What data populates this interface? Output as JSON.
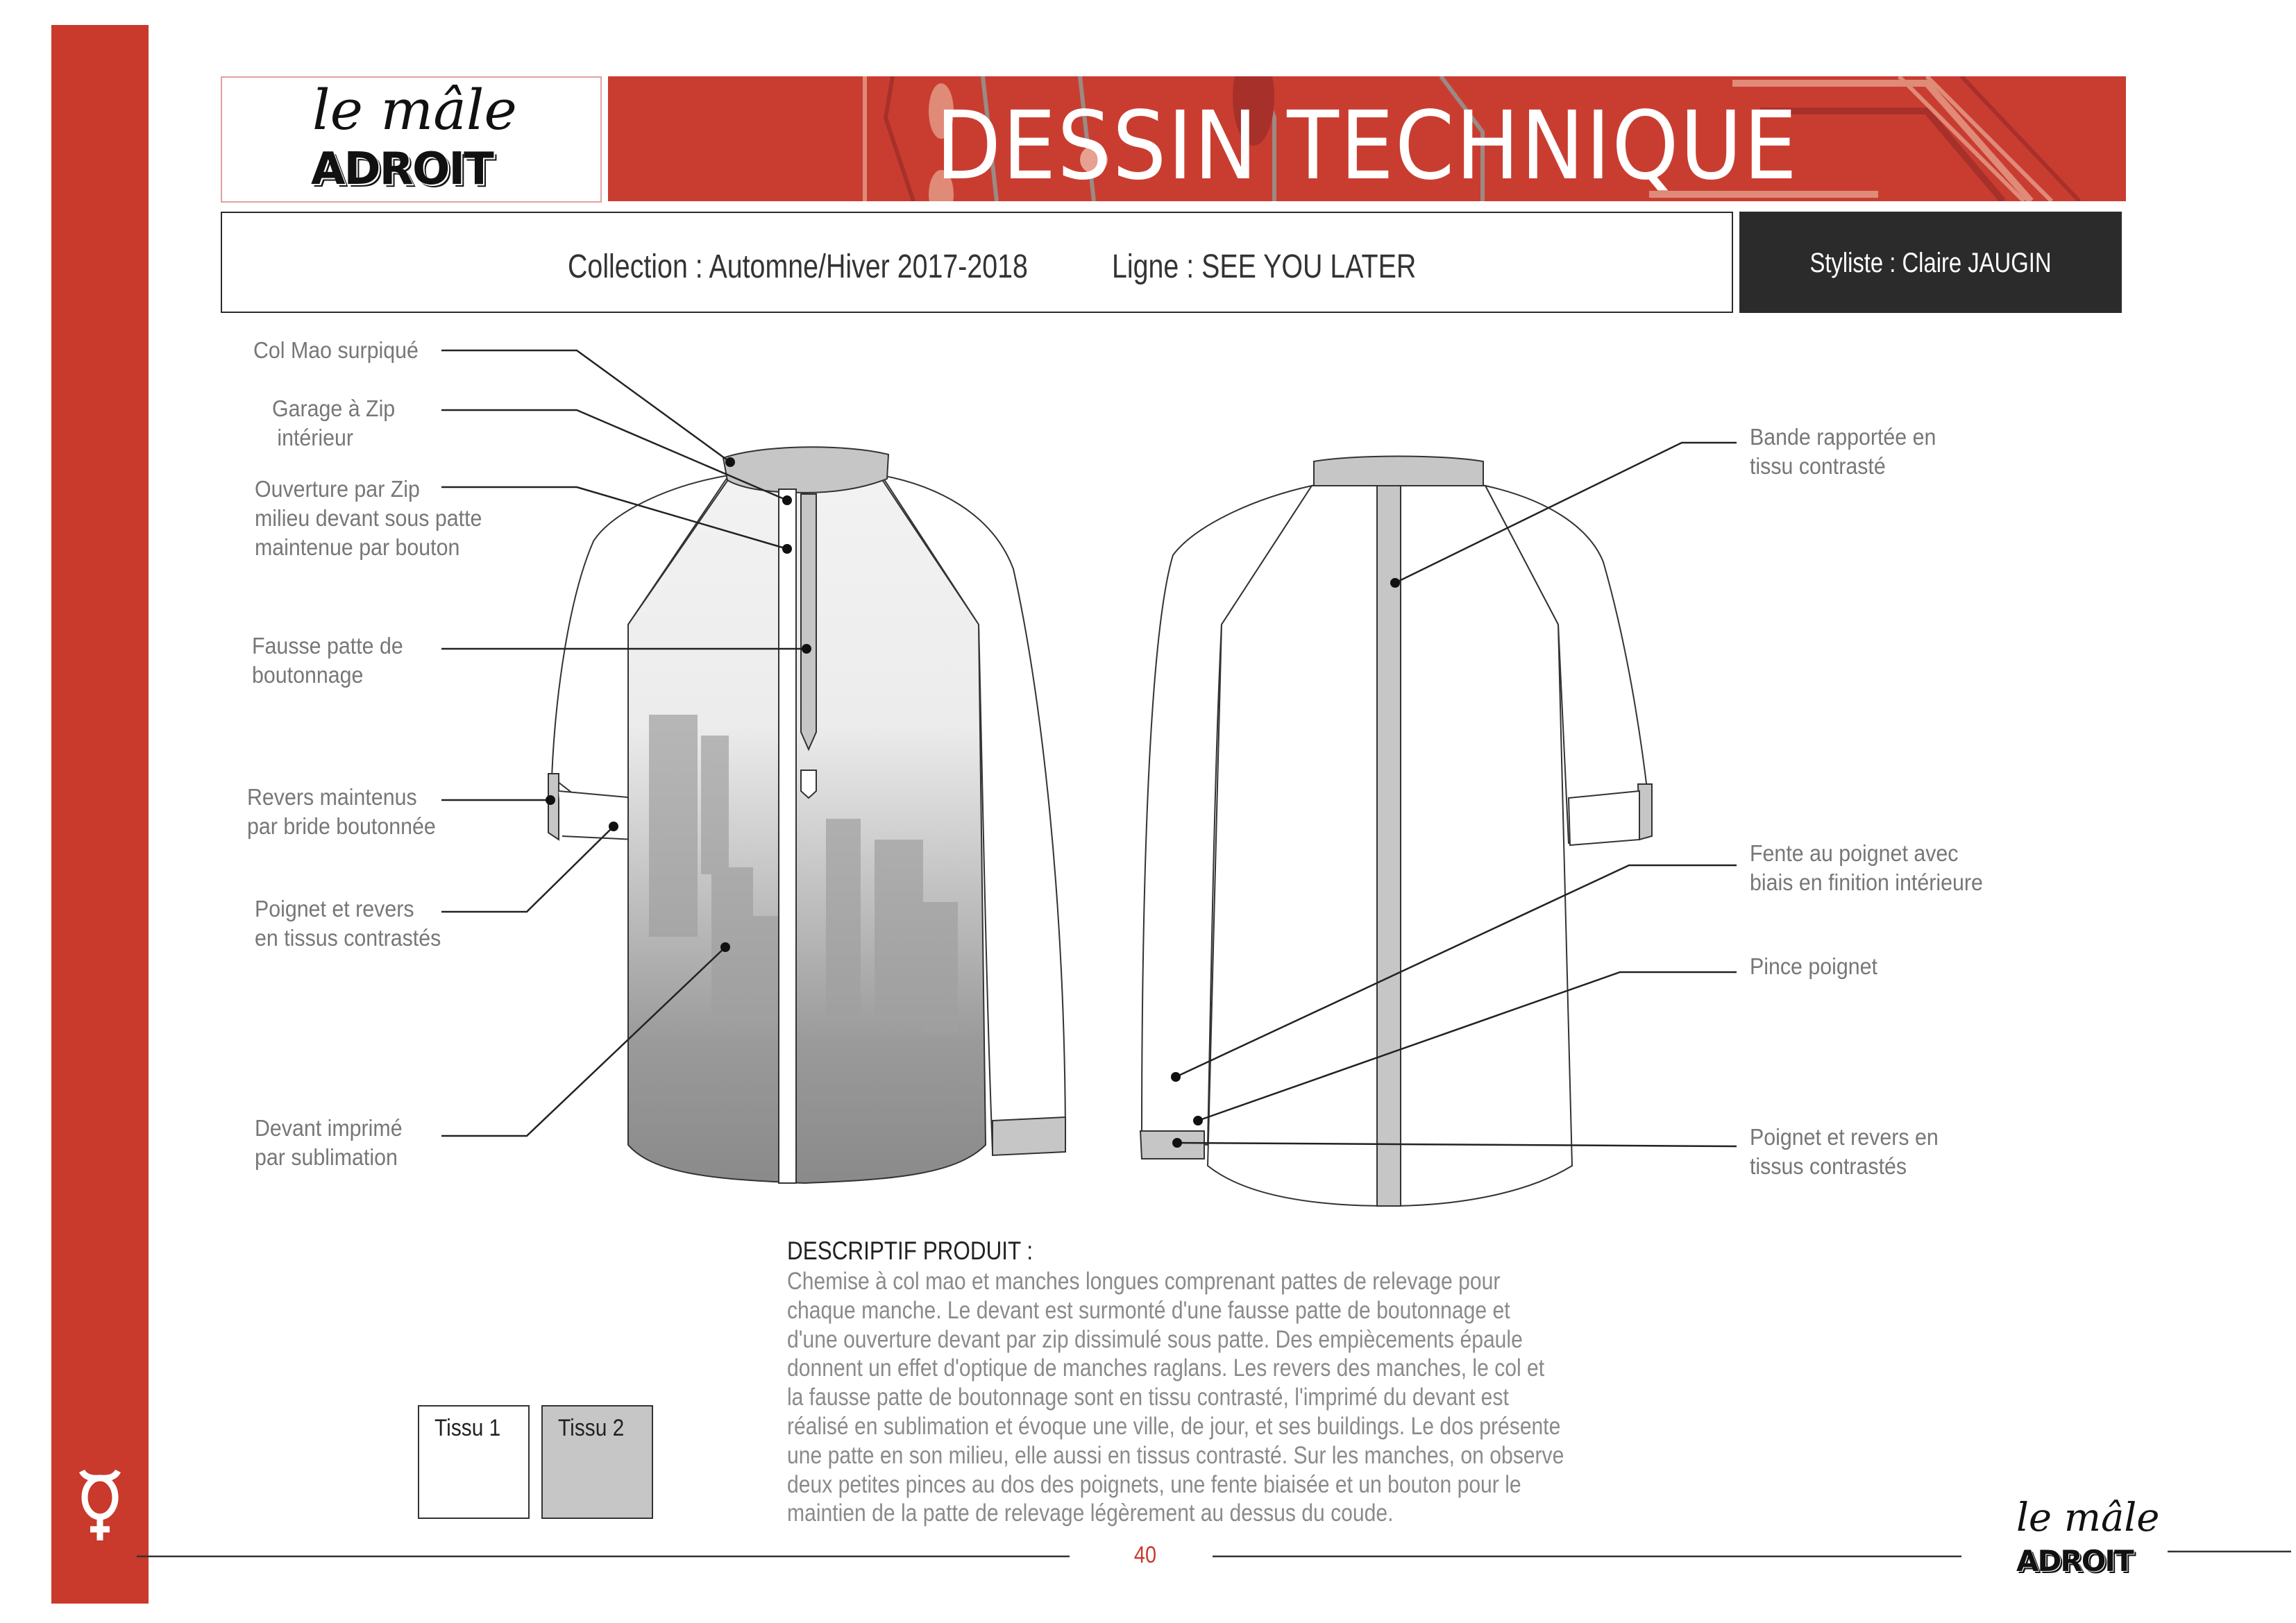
{
  "brand": {
    "logo_line1": "le mâle",
    "logo_line2": "ADROIT",
    "accent_color": "#c9392c"
  },
  "header": {
    "title": "DESSIN TECHNIQUE",
    "collection": "Collection : Automne/Hiver 2017-2018",
    "ligne": "Ligne : SEE YOU LATER",
    "stylist": "Styliste : Claire JAUGIN"
  },
  "front_labels": [
    {
      "lines": [
        "Col Mao surpiqué"
      ]
    },
    {
      "lines": [
        "Garage à Zip",
        "intérieur"
      ]
    },
    {
      "lines": [
        "Ouverture par Zip",
        "milieu devant sous patte",
        "maintenue par bouton"
      ]
    },
    {
      "lines": [
        "Fausse patte de",
        "boutonnage"
      ]
    },
    {
      "lines": [
        "Revers maintenus",
        "par bride boutonnée"
      ]
    },
    {
      "lines": [
        "Poignet et revers",
        "en tissus contrastés"
      ]
    },
    {
      "lines": [
        "Devant imprimé",
        "par sublimation"
      ]
    }
  ],
  "back_labels": [
    {
      "lines": [
        "Bande rapportée en",
        "tissu contrasté"
      ]
    },
    {
      "lines": [
        "Fente au poignet avec",
        "biais en finition intérieure"
      ]
    },
    {
      "lines": [
        "Pince poignet"
      ]
    },
    {
      "lines": [
        "Poignet et revers en",
        "tissus contrastés"
      ]
    }
  ],
  "description": {
    "title": "DESCRIPTIF PRODUIT :",
    "lines": [
      "Chemise à col mao et manches longues comprenant pattes de relevage pour",
      "chaque manche. Le devant est surmonté d'une fausse patte de boutonnage et",
      "d'une ouverture devant par zip dissimulé sous patte. Des empiècements épaule",
      "donnent un effet d'optique de manches raglans. Les revers des manches, le col et",
      "la fausse patte de boutonnage sont en tissu contrasté, l'imprimé du devant est",
      "réalisé en sublimation et évoque une ville, de jour, et ses buildings. Le dos présente",
      "une patte en son milieu, elle aussi en tissus contrasté. Sur les manches, on observe",
      "deux petites pinces au dos des poignets, une fente biaisée et un bouton pour le",
      "maintien de la patte de relevage légèrement au dessus du coude."
    ]
  },
  "swatches": [
    {
      "label": "Tissu 1",
      "color": "#ffffff"
    },
    {
      "label": "Tissu 2",
      "color": "#c6c6c6"
    }
  ],
  "footer": {
    "page": "40"
  }
}
